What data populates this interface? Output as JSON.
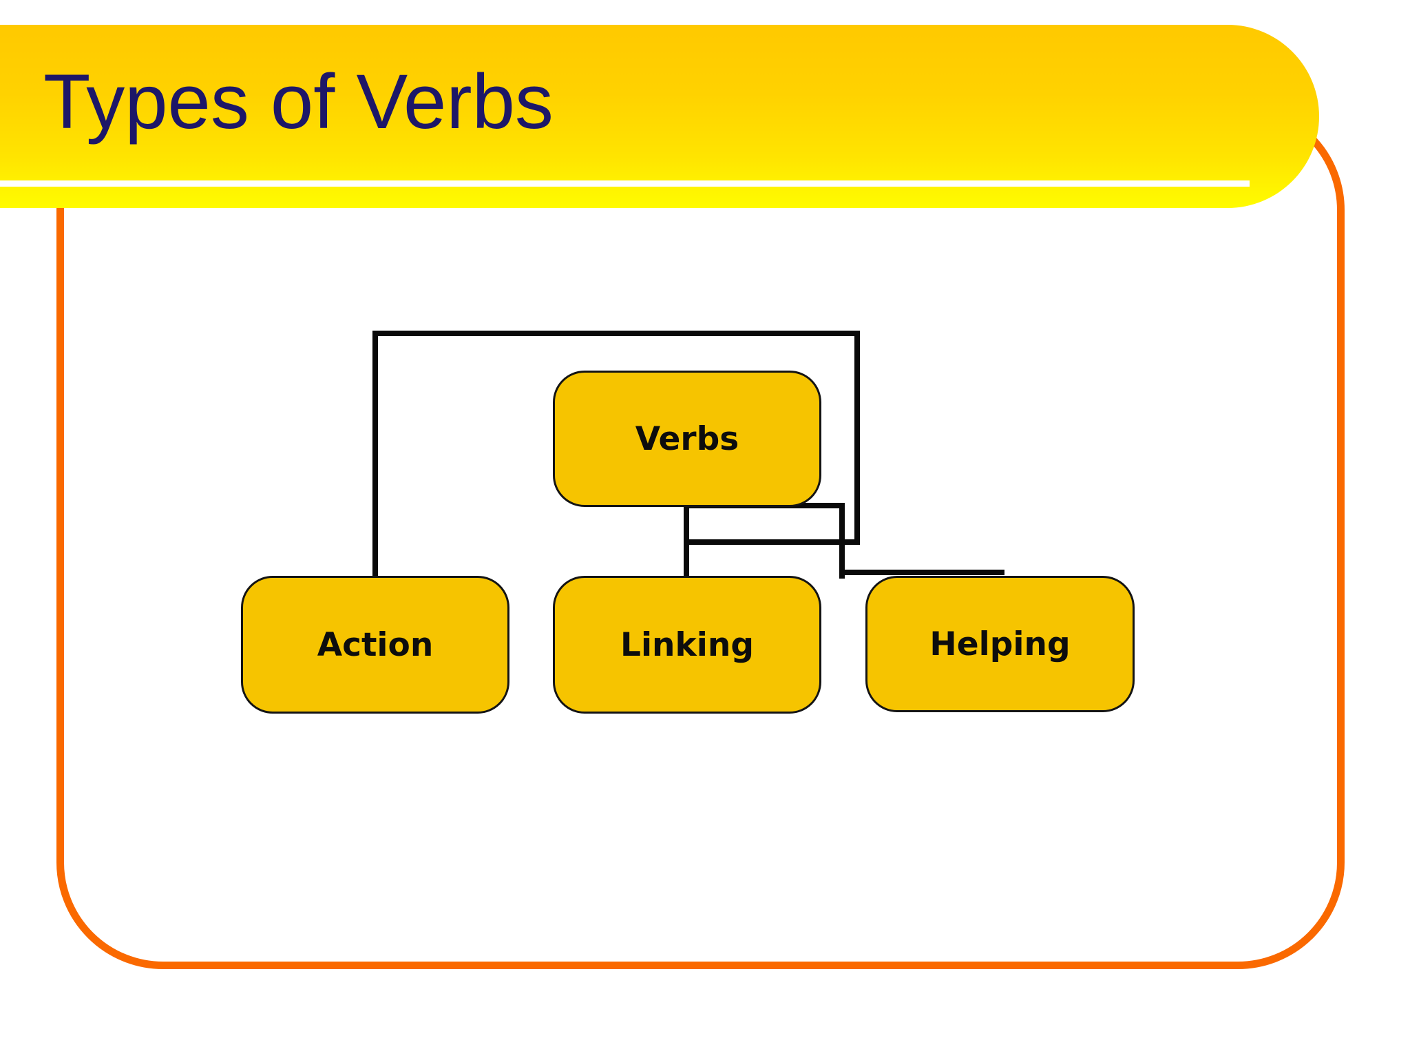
{
  "slide": {
    "title": "Types of Verbs"
  },
  "diagram": {
    "type": "tree",
    "root": {
      "id": "verbs",
      "label": "Verbs"
    },
    "children": [
      {
        "id": "action",
        "label": "Action"
      },
      {
        "id": "linking",
        "label": "Linking"
      },
      {
        "id": "helping",
        "label": "Helping"
      }
    ]
  },
  "colors": {
    "background": "#ffffff",
    "banner_gradient_top": "#ffc900",
    "banner_gradient_bottom": "#fffb00",
    "banner_divider": "#ffffff",
    "title_text": "#1d1768",
    "frame_border": "#fa6900",
    "node_fill": "#f6c400",
    "node_border": "#141414",
    "node_text": "#0d0d0d",
    "connector": "#0a0a0a"
  }
}
